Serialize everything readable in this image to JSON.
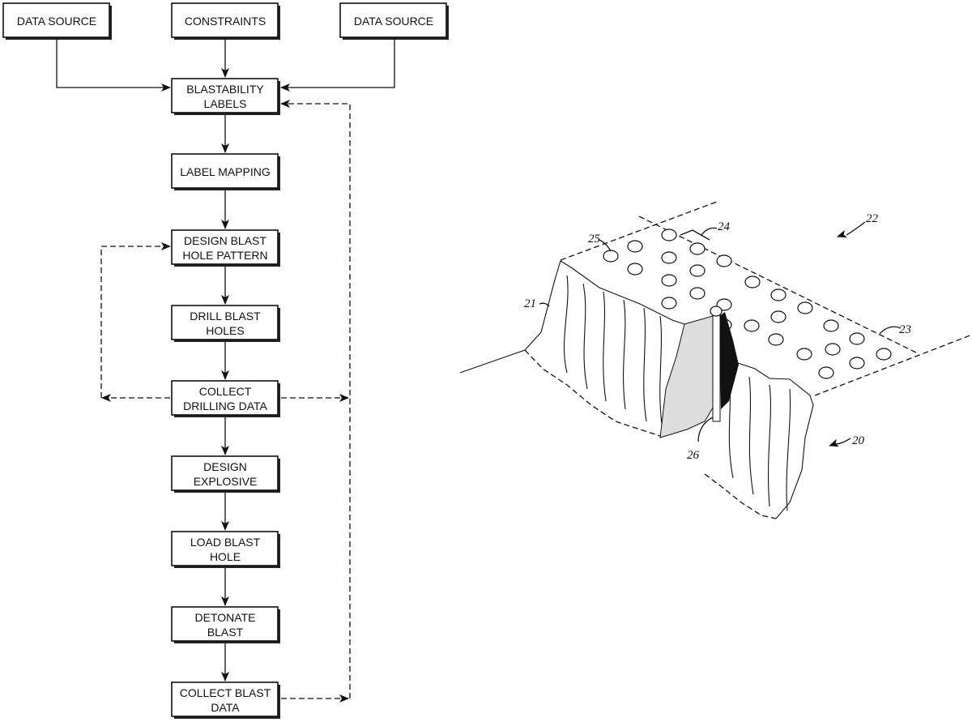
{
  "flowchart": {
    "boxes": {
      "data_source_left": [
        "DATA SOURCE"
      ],
      "constraints": [
        "CONSTRAINTS"
      ],
      "data_source_right": [
        "DATA SOURCE"
      ],
      "blastability_labels": [
        "BLASTABILITY",
        "LABELS"
      ],
      "label_mapping": [
        "LABEL MAPPING"
      ],
      "design_blast_hole_pattern": [
        "DESIGN BLAST",
        "HOLE PATTERN"
      ],
      "drill_blast_holes": [
        "DRILL BLAST",
        "HOLES"
      ],
      "collect_drilling_data": [
        "COLLECT",
        "DRILLING DATA"
      ],
      "design_explosive": [
        "DESIGN",
        "EXPLOSIVE"
      ],
      "load_blast_hole": [
        "LOAD BLAST",
        "HOLE"
      ],
      "detonate_blast": [
        "DETONATE",
        "BLAST"
      ],
      "collect_blast_data": [
        "COLLECT BLAST",
        "DATA"
      ]
    }
  },
  "drawing": {
    "refs": {
      "r20": "20",
      "r21": "21",
      "r22": "22",
      "r23": "23",
      "r24": "24",
      "r25": "25",
      "r26": "26"
    }
  }
}
